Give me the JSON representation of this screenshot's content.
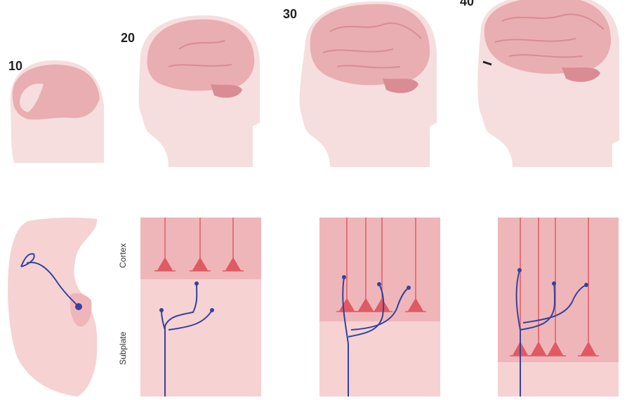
{
  "header": {
    "cut_text": ""
  },
  "ages": {
    "a10": "10",
    "a20": "20",
    "a30": "30",
    "a40": "40"
  },
  "labels": {
    "cortex": "Cortex",
    "subplate": "Subplate"
  },
  "colors": {
    "skin": "#f6dede",
    "brain": "#e9aeb1",
    "brain_dark": "#d98c93",
    "cortex_band": "#efb6b9",
    "subplate_band": "#f6d2d3",
    "neuron": "#e05a63",
    "axon": "#3342a0"
  }
}
